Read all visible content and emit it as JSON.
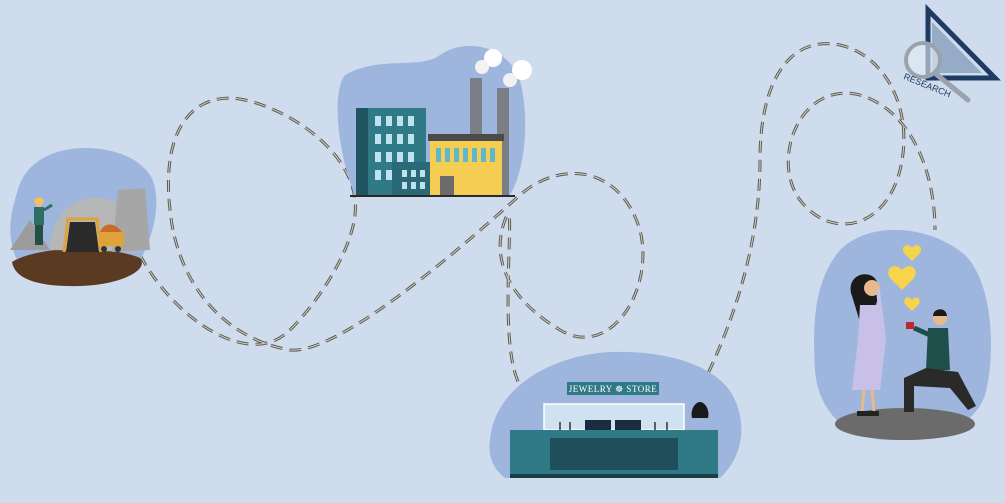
{
  "background": "#cfdced",
  "colors": {
    "blob": "#9eb6dd",
    "path": "#5a5a5a",
    "teal": "#2f7a86",
    "dark_teal": "#1f4f5a",
    "yellow": "#f5cd53",
    "gold": "#f7d44c",
    "navy": "#1f3b63"
  },
  "stages": [
    {
      "name": "mine",
      "icon": "mine-icon"
    },
    {
      "name": "factory",
      "icon": "factory-icon"
    },
    {
      "name": "jewelry-store",
      "icon": "jewelry-store-icon"
    },
    {
      "name": "proposal",
      "icon": "proposal-icon"
    }
  ],
  "store_sign": "JEWELRY ☸ STORE",
  "logo": {
    "text": "RESEARCH",
    "icon": "research-magnifier-icon"
  }
}
